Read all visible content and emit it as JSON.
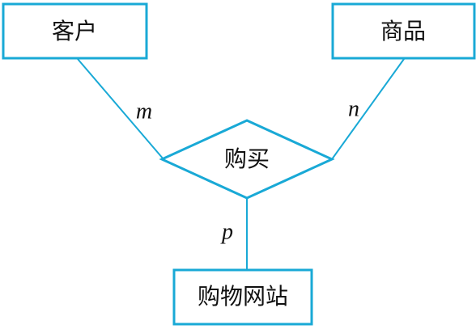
{
  "diagram": {
    "type": "er-diagram",
    "line_color": "#19a9d6",
    "entities": {
      "customer": "客户",
      "product": "商品",
      "shopping_site": "购物网站"
    },
    "relationship": "购买",
    "cardinalities": {
      "customer": "m",
      "product": "n",
      "shopping_site": "p"
    }
  }
}
